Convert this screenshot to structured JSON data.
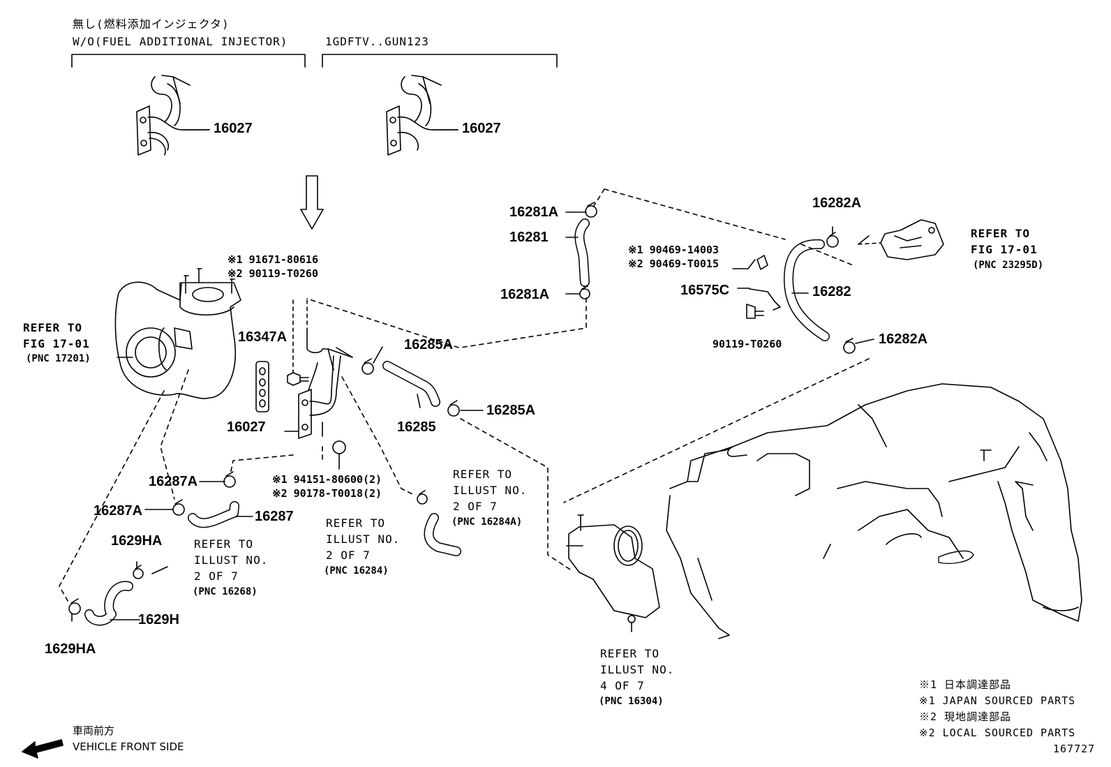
{
  "header": {
    "variant_a_jp": "無し(燃料添加インジェクタ)",
    "variant_a_en": "W/O(FUEL ADDITIONAL INJECTOR)",
    "variant_b": "1GDFTV..GUN123"
  },
  "parts": {
    "p16027_a": "16027",
    "p16027_b": "16027",
    "p16027_c": "16027",
    "p16281A_top": "16281A",
    "p16281": "16281",
    "p16281A_bot": "16281A",
    "p16282A_top": "16282A",
    "p16282": "16282",
    "p16282A_bot": "16282A",
    "p16575C": "16575C",
    "p16347A": "16347A",
    "p16285A_top": "16285A",
    "p16285": "16285",
    "p16285A_bot": "16285A",
    "p16287A_top": "16287A",
    "p16287A_left": "16287A",
    "p16287": "16287",
    "p1629HA_top": "1629HA",
    "p1629H": "1629H",
    "p1629HA_bot": "1629HA"
  },
  "codes": {
    "c1_a": "※1 91671-80616",
    "c2_a": "※2 90119-T0260",
    "c1_b": "※1 90469-14003",
    "c2_b": "※2 90469-T0015",
    "c_bolt": "90119-T0260",
    "c1_c": "※1 94151-80600(2)",
    "c2_c": "※2 90178-T0018(2)"
  },
  "refs": {
    "fig1701_right": {
      "l1": "REFER TO",
      "l2": "FIG 17-01",
      "pnc": "(PNC 23295D)"
    },
    "fig1701_left": {
      "l1": "REFER TO",
      "l2": "FIG 17-01",
      "pnc": "(PNC 17201)"
    },
    "ill2_16284A": {
      "l1": "REFER TO",
      "l2": "ILLUST NO.",
      "l3": "2 OF 7",
      "pnc": "(PNC 16284A)"
    },
    "ill2_16284": {
      "l1": "REFER TO",
      "l2": "ILLUST NO.",
      "l3": "2 OF 7",
      "pnc": "(PNC 16284)"
    },
    "ill2_16268": {
      "l1": "REFER TO",
      "l2": "ILLUST NO.",
      "l3": "2 OF 7",
      "pnc": "(PNC 16268)"
    },
    "ill4_16304": {
      "l1": "REFER TO",
      "l2": "ILLUST NO.",
      "l3": "4 OF 7",
      "pnc": "(PNC 16304)"
    }
  },
  "legend": {
    "l1_jp": "※1 日本調達部品",
    "l1_en": "※1 JAPAN SOURCED PARTS",
    "l2_jp": "※2 現地調達部品",
    "l2_en": "※2 LOCAL SOURCED PARTS"
  },
  "front": {
    "jp": "車両前方",
    "en": "VEHICLE FRONT SIDE"
  },
  "diagram_id": "167727"
}
